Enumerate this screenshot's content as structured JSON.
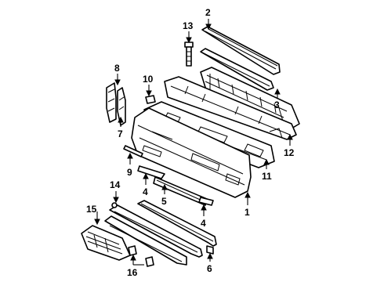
{
  "figure": {
    "callouts": [
      {
        "id": "c1",
        "label": "1"
      },
      {
        "id": "c2",
        "label": "2"
      },
      {
        "id": "c3",
        "label": "3"
      },
      {
        "id": "c4a",
        "label": "4"
      },
      {
        "id": "c4b",
        "label": "4"
      },
      {
        "id": "c5",
        "label": "5"
      },
      {
        "id": "c6",
        "label": "6"
      },
      {
        "id": "c7",
        "label": "7"
      },
      {
        "id": "c8",
        "label": "8"
      },
      {
        "id": "c9",
        "label": "9"
      },
      {
        "id": "c10",
        "label": "10"
      },
      {
        "id": "c11",
        "label": "11"
      },
      {
        "id": "c12",
        "label": "12"
      },
      {
        "id": "c13",
        "label": "13"
      },
      {
        "id": "c14",
        "label": "14"
      },
      {
        "id": "c15",
        "label": "15"
      },
      {
        "id": "c16",
        "label": "16"
      }
    ]
  }
}
